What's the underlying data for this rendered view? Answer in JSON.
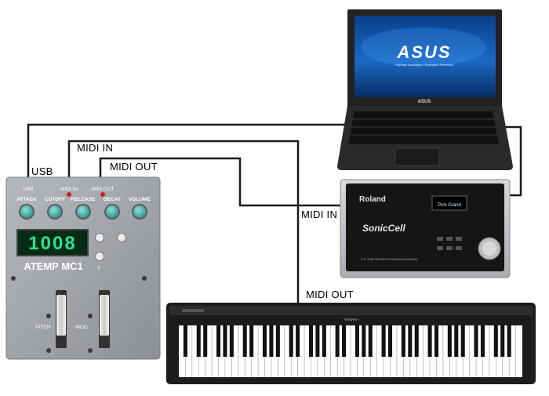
{
  "cable_labels": {
    "usb": "USB",
    "midi_in_top": "MIDI IN",
    "midi_out_top": "MIDI OUT",
    "midi_in_right": "MIDI IN",
    "midi_out_bottom": "MIDI OUT"
  },
  "controller": {
    "port_usb": "USB",
    "port_midi_in": "MIDI IN",
    "port_midi_out": "MIDI OUT",
    "knobs": [
      "ATTACK",
      "CUTOFF",
      "RELEASE",
      "DECAY",
      "VOLUME"
    ],
    "display": "1008",
    "name": "ATEMP MC1",
    "slider_pitch": "PITCH",
    "slider_mod": "MOD",
    "button_f": "F"
  },
  "laptop": {
    "brand_screen": "ASUS",
    "tagline": "Inspiring Innovation • Persistent Perfection",
    "brand_bezel": "ASUS"
  },
  "sound_module": {
    "brand": "Roland",
    "product": "SonicCell",
    "board_text": "S R-JV80 SERIES EXPANSION BOARD",
    "screen": "Pick Grand"
  },
  "keyboard": {
    "brand": "YAMAHA"
  },
  "colors": {
    "cable": "#1a1a1a",
    "knob": "#4db3ad",
    "led": "#cc1d1d",
    "display": "#2ee08a",
    "panel": "#9b9ea3"
  }
}
